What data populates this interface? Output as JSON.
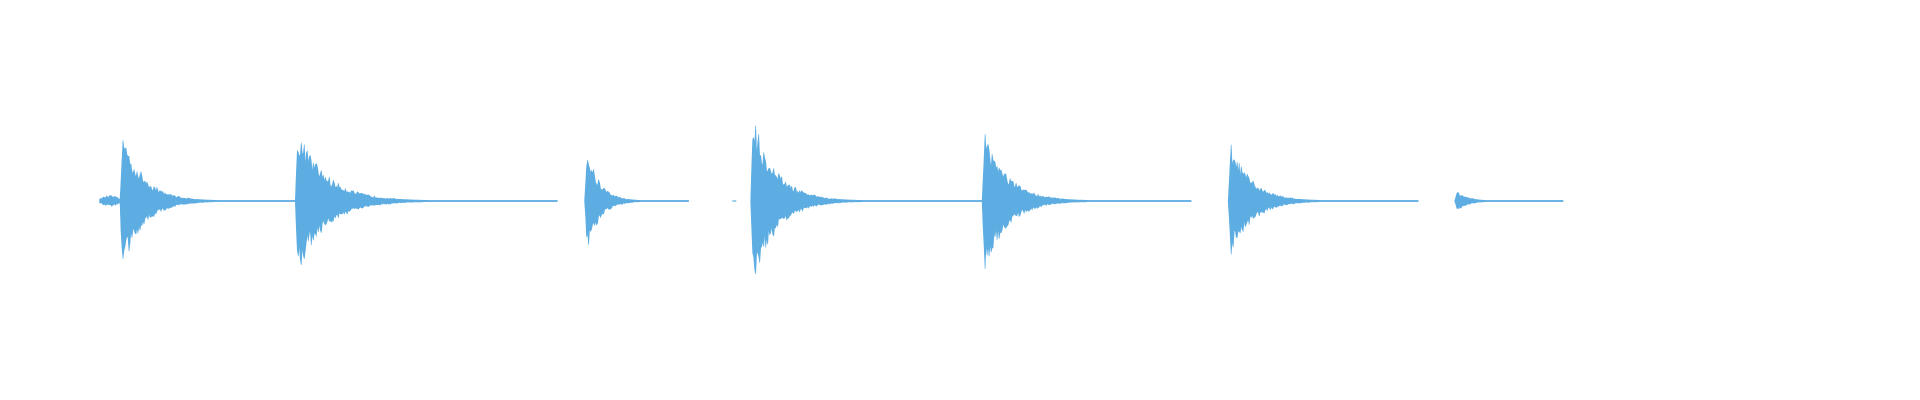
{
  "waveform": {
    "color": "#5DADE2",
    "background": "#ffffff",
    "baseline": 0.0,
    "hits": [
      {
        "start": 0.0519,
        "end": 0.0625,
        "peak": 0.05,
        "decay": 0.05,
        "pre": true
      },
      {
        "start": 0.0625,
        "end": 0.1538,
        "peak": 0.72,
        "decay": 0.12
      },
      {
        "start": 0.1538,
        "end": 0.2904,
        "peak": 0.72,
        "decay": 0.11
      },
      {
        "start": 0.3045,
        "end": 0.359,
        "peak": 0.6,
        "decay": 0.12
      },
      {
        "start": 0.391,
        "end": 0.5115,
        "peak": 0.86,
        "decay": 0.1
      },
      {
        "start": 0.5115,
        "end": 0.6205,
        "peak": 0.72,
        "decay": 0.11
      },
      {
        "start": 0.6397,
        "end": 0.7391,
        "peak": 0.6,
        "decay": 0.11
      },
      {
        "start": 0.7577,
        "end": 0.8141,
        "peak": 0.12,
        "decay": 0.1
      }
    ],
    "stray_ticks": [
      0.3814,
      0.8122
    ]
  }
}
